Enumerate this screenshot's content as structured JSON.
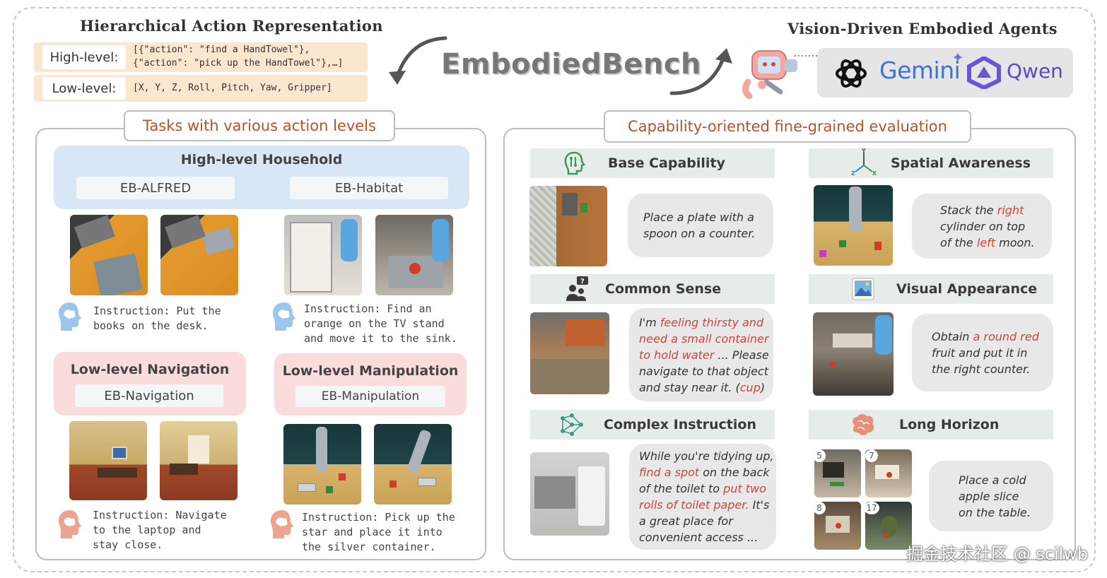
{
  "header": {
    "left_title": "Hierarchical Action Representation",
    "right_title": "Vision-Driven Embodied Agents",
    "logo": "EmbodiedBench",
    "levels": [
      {
        "label": "High-level:",
        "code_line1": "[{\"action\": \"find a HandTowel\"},",
        "code_line2": "{\"action\": \"pick up the HandTowel\"},…]"
      },
      {
        "label": "Low-level:",
        "code_line1": "[X, Y, Z, Roll, Pitch, Yaw, Gripper]",
        "code_line2": ""
      }
    ],
    "models": [
      "Gemini",
      "Qwen"
    ]
  },
  "left_panel": {
    "title": "Tasks with various action levels",
    "high_group": {
      "title": "High-level Household",
      "envs": [
        "EB-ALFRED",
        "EB-Habitat"
      ]
    },
    "instructions": {
      "alfred": [
        "Instruction: Put the",
        "books on the desk."
      ],
      "habitat": [
        "Instruction: Find an",
        "orange on the TV stand",
        "and move it to the sink."
      ],
      "navigation": [
        "Instruction: Navigate",
        "to the laptop and",
        "stay close."
      ],
      "manipulation": [
        "Instruction: Pick up the",
        "star and place it into",
        "the silver container."
      ]
    },
    "nav_group": {
      "title": "Low-level Navigation",
      "env": "EB-Navigation"
    },
    "manip_group": {
      "title": "Low-level Manipulation",
      "env": "EB-Manipulation"
    }
  },
  "right_panel": {
    "title": "Capability-oriented fine-grained evaluation",
    "capabilities": {
      "base": {
        "title": "Base Capability",
        "icon": "circuit-head-icon"
      },
      "spatial": {
        "title": "Spatial Awareness",
        "icon": "xyz-axes-icon"
      },
      "common": {
        "title": "Common Sense",
        "icon": "people-question-icon"
      },
      "visual": {
        "title": "Visual Appearance",
        "icon": "picture-icon"
      },
      "complex": {
        "title": "Complex Instruction",
        "icon": "network-icon"
      },
      "long": {
        "title": "Long Horizon",
        "icon": "brain-icon"
      }
    },
    "bubbles": {
      "base": [
        "Place a plate with a",
        "spoon on a counter."
      ],
      "spatial": {
        "a": "Stack the ",
        "b": "right",
        "c": "cylinder on top",
        "d": "of the ",
        "e": "left",
        "f": " moon."
      },
      "common": {
        "a": "I'm ",
        "b": "feeling thirsty and",
        "c": "need a small container",
        "d": "to hold water",
        "e": " ... Please",
        "f": "navigate to that object",
        "g": "and stay near it. (",
        "h": "cup",
        "i": ")"
      },
      "visual": {
        "a": "Obtain ",
        "b": "a round red",
        "c": "fruit and put it in",
        "d": "the right counter."
      },
      "complex": {
        "a": "While you're tidying up,",
        "b": "find a spot",
        "c": " on the back",
        "d": "of the toilet to ",
        "e": "put two",
        "f": "rolls of toilet paper.",
        "g": " It's",
        "h": "a great place for",
        "i": "convenient access ..."
      },
      "long": [
        "Place a cold",
        "apple slice",
        "on the table."
      ]
    },
    "step_numbers": [
      "5",
      "7",
      "8",
      "17"
    ]
  },
  "watermark": "掘金技术社区 @ scilwb",
  "colors": {
    "accent_orange": "#b5532a",
    "highlight_red": "#d0453a",
    "level_bg": "#fbe6cf",
    "high_group_bg": "#d8e7f6",
    "low_group_bg": "#fbdcdc",
    "cap_head_bg": "#e6ede8",
    "bubble_bg": "#e8e8e8"
  }
}
